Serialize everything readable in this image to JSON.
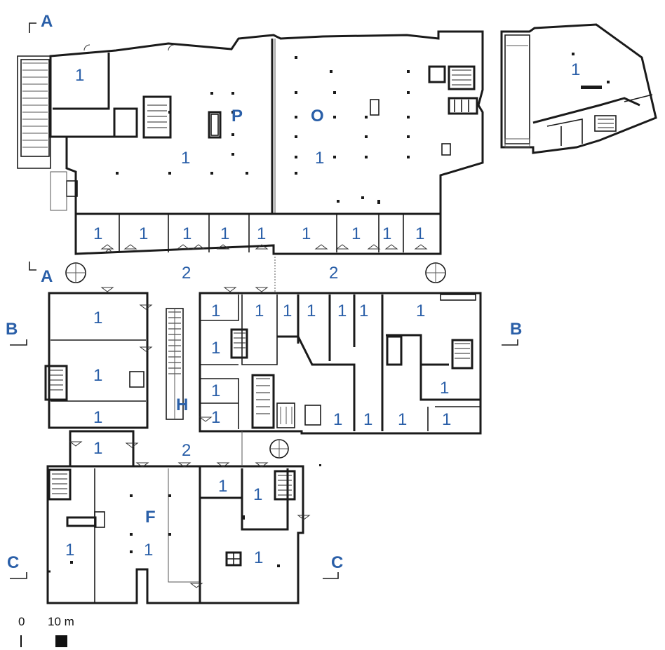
{
  "section_marks": [
    {
      "id": "A",
      "label": "A"
    },
    {
      "id": "A2",
      "label": "A"
    },
    {
      "id": "B",
      "label": "B"
    },
    {
      "id": "B2",
      "label": "B"
    },
    {
      "id": "C",
      "label": "C"
    },
    {
      "id": "C2",
      "label": "C"
    }
  ],
  "zones": {
    "P": "P",
    "O": "O",
    "H": "H",
    "F": "F"
  },
  "room_labels": {
    "office": "1",
    "circulation": "2"
  },
  "scale": {
    "zero": "0",
    "ten": "10 m"
  },
  "colors": {
    "label": "#2a5fa8",
    "wall": "#1a1a1a"
  }
}
